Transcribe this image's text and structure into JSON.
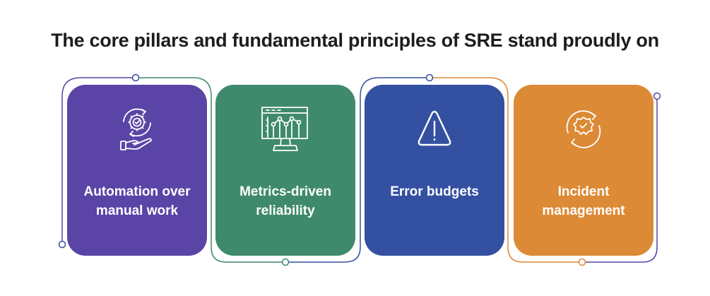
{
  "title": "The core pillars and fundamental principles of SRE stand proudly on",
  "colors": {
    "purple": "#5a44a6",
    "green": "#3f8a6c",
    "blue": "#3450a1",
    "orange": "#dc8a36",
    "connector_purple": "#5a44a6",
    "connector_green": "#3f8a6c",
    "connector_blue": "#3450a1",
    "connector_orange": "#dc8a36"
  },
  "pillars": [
    {
      "label": "Automation over manual work",
      "icon": "automation-gear-hand-icon",
      "color": "#5a44a6"
    },
    {
      "label": "Metrics-driven reliability",
      "icon": "monitor-chart-icon",
      "color": "#3f8a6c"
    },
    {
      "label": "Error budgets",
      "icon": "warning-triangle-icon",
      "color": "#3450a1"
    },
    {
      "label": "Incident management",
      "icon": "refresh-badge-check-icon",
      "color": "#dc8a36"
    }
  ]
}
